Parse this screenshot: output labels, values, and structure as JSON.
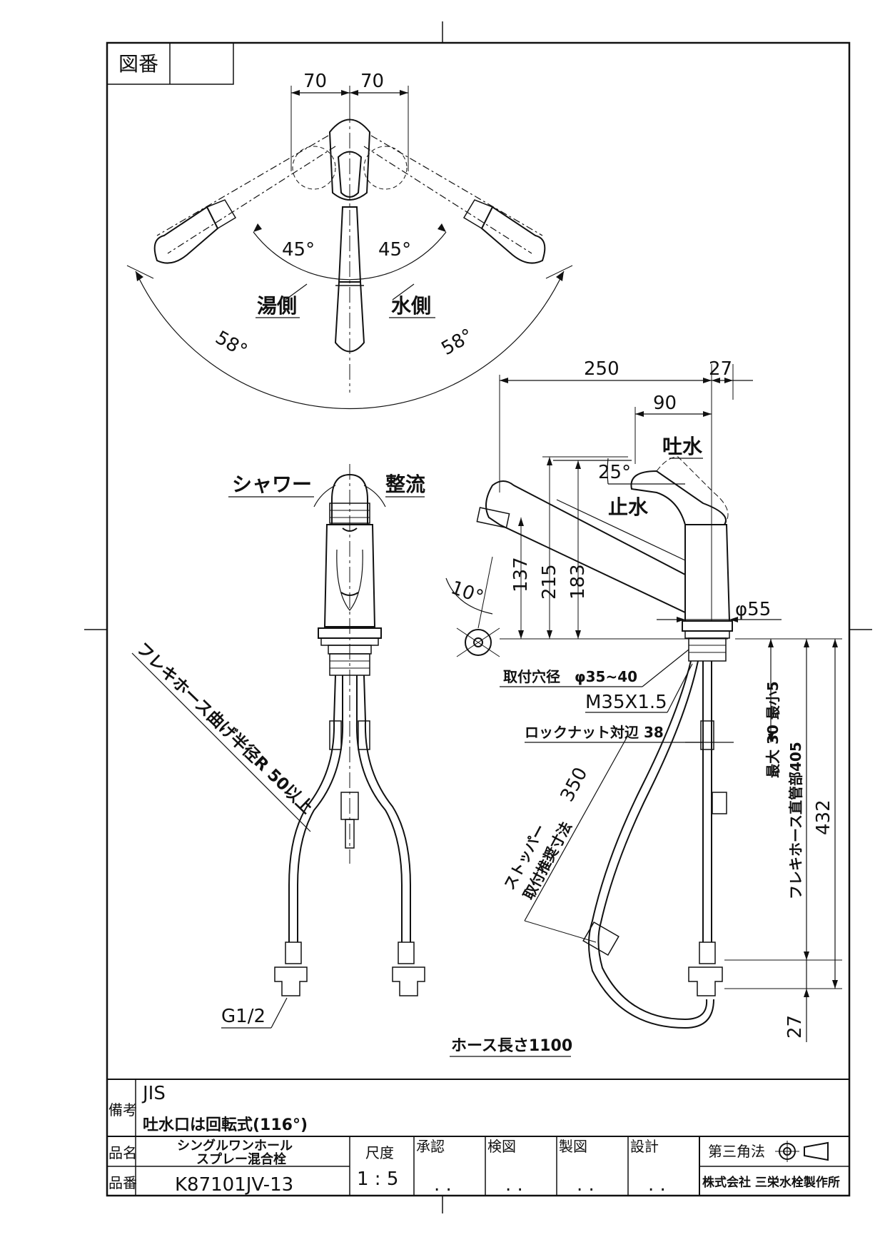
{
  "drawing_no_label": "図番",
  "drawing_no_value": "",
  "top_view": {
    "dim_left": "70",
    "dim_right": "70",
    "angle_left_45": "45°",
    "angle_right_45": "45°",
    "angle_left_58": "58°",
    "angle_right_58": "58°",
    "hot_side": "湯側",
    "cold_side": "水側"
  },
  "front_view": {
    "shower": "シャワー",
    "straight": "整流",
    "hose_bend": "フレキホース曲げ半径R 50以上",
    "thread": "G1/2"
  },
  "side_view": {
    "dim_250": "250",
    "dim_27_top": "27",
    "dim_90": "90",
    "spout_label": "吐水",
    "angle_25": "25°",
    "stop_label": "止水",
    "angle_10": "10°",
    "dim_137": "137",
    "dim_215": "215",
    "dim_183": "183",
    "dia_55": "φ55",
    "mount_hole": "取付穴径　φ35~40",
    "thread_m35": "M35X1.5",
    "lock_nut": "ロックナット対辺 38",
    "max30": "最大 30 最小5",
    "hose_straight": "フレキホース直管部405",
    "dim_432": "432",
    "dim_27_bottom": "27",
    "stopper_1": "ストッパー",
    "stopper_2": "取付推奨寸法",
    "dim_350": "350",
    "hose_length": "ホース長さ1100"
  },
  "title_block": {
    "remarks_label": "備考",
    "remarks_line1": "JIS",
    "remarks_line2": "吐水口は回転式(116°)",
    "name_label": "品名",
    "name_value_1": "シングルワンホール",
    "name_value_2": "スプレー混合栓",
    "number_label": "品番",
    "number_value": "K87101JV-13",
    "scale_label": "尺度",
    "scale_value": "1 : 5",
    "approval": "承認",
    "check": "検図",
    "drafting": "製図",
    "design": "設計",
    "date_dots": ". .",
    "projection": "第三角法",
    "company": "株式会社 三栄水栓製作所"
  }
}
